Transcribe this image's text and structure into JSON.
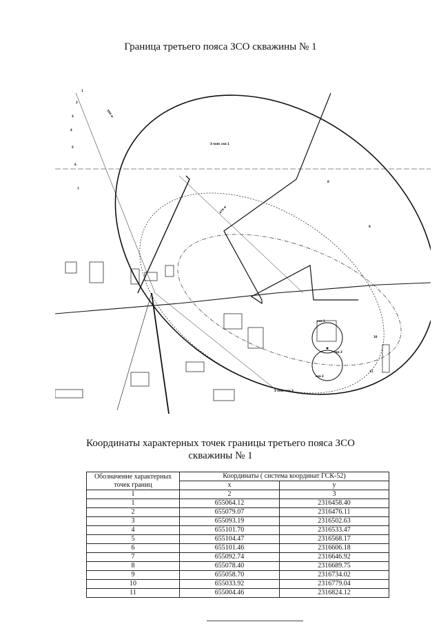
{
  "page": {
    "title": "Граница третьего пояса ЗСО  скважины № 1",
    "coords_title_line1": "Координаты характерных точек  границы третьего пояса ЗСО",
    "coords_title_line2": "скважины № 1"
  },
  "map": {
    "zone_label": "3 пояс скв 1",
    "zone_label_bottom": "3 пояс скв 3",
    "distance_label_1": "500 м",
    "distance_label_2": "470 м",
    "well_labels": [
      "скв 1",
      "скв 2",
      "скв 3"
    ],
    "point_numbers": [
      "1",
      "2",
      "3",
      "4",
      "5",
      "6",
      "7",
      "8",
      "9",
      "10",
      "11"
    ]
  },
  "table": {
    "header": {
      "point_col": "Обозначение характерных точек границ",
      "coords_group": "Координаты ( система координат ГСК-52)",
      "x_col": "x",
      "y_col": "у",
      "num_point": "1",
      "num_x": "2",
      "num_y": "3"
    },
    "rows": [
      {
        "point": "1",
        "x": "655064.12",
        "y": "2316458.40"
      },
      {
        "point": "2",
        "x": "655079.07",
        "y": "2316476.11"
      },
      {
        "point": "3",
        "x": "655093.19",
        "y": "2316502.63"
      },
      {
        "point": "4",
        "x": "655101.70",
        "y": "2316533.47"
      },
      {
        "point": "5",
        "x": "655104.47",
        "y": "2316568.17"
      },
      {
        "point": "6",
        "x": "655101.46",
        "y": "2316606.18"
      },
      {
        "point": "7",
        "x": "655092.74",
        "y": "2316646.92"
      },
      {
        "point": "8",
        "x": "655078.40",
        "y": "2316689.75"
      },
      {
        "point": "9",
        "x": "655058.70",
        "y": "2316734.02"
      },
      {
        "point": "10",
        "x": "655033.92",
        "y": "2316779.04"
      },
      {
        "point": "11",
        "x": "655004.46",
        "y": "2316824.12"
      }
    ]
  }
}
